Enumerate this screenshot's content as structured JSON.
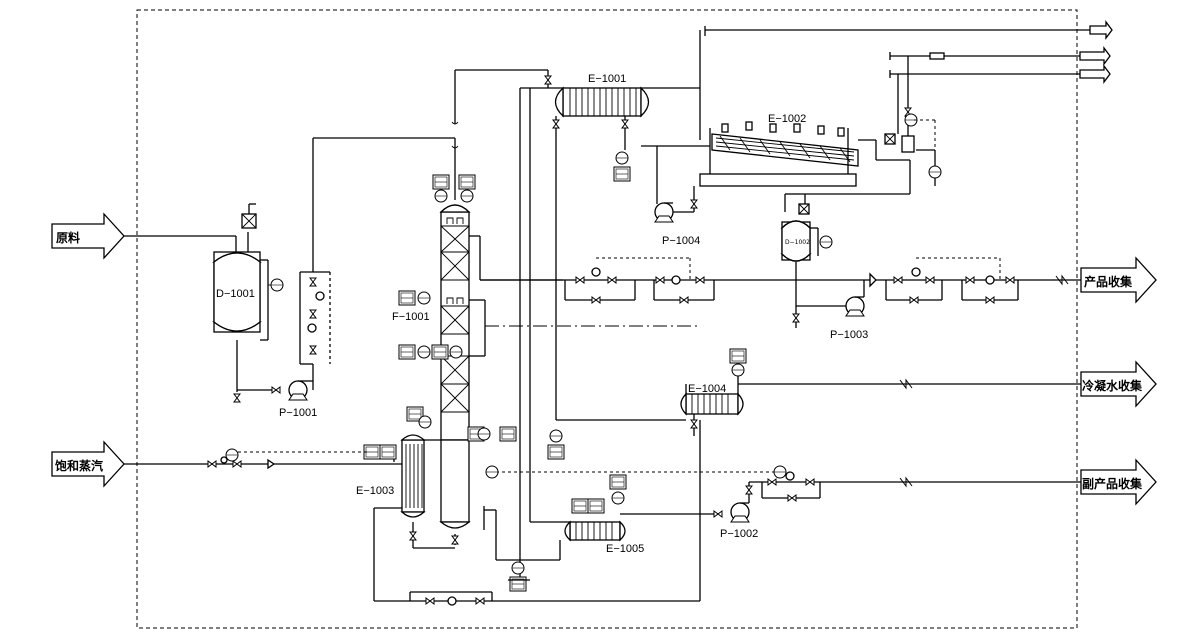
{
  "streams": {
    "feed": "原料",
    "steam": "饱和蒸汽",
    "product": "产品收集",
    "condensate": "冷凝水收集",
    "byproduct": "副产品收集"
  },
  "equipment": {
    "d1001": "D−1001",
    "d1002": "D−1002",
    "p1001": "P−1001",
    "p1002": "P−1002",
    "p1003": "P−1003",
    "p1004": "P−1004",
    "f1001": "F−1001",
    "e1001": "E−1001",
    "e1002": "E−1002",
    "e1003": "E−1003",
    "e1004": "E−1004",
    "e1005": "E−1005"
  },
  "colors": {
    "line": "#000000",
    "background": "#ffffff"
  }
}
